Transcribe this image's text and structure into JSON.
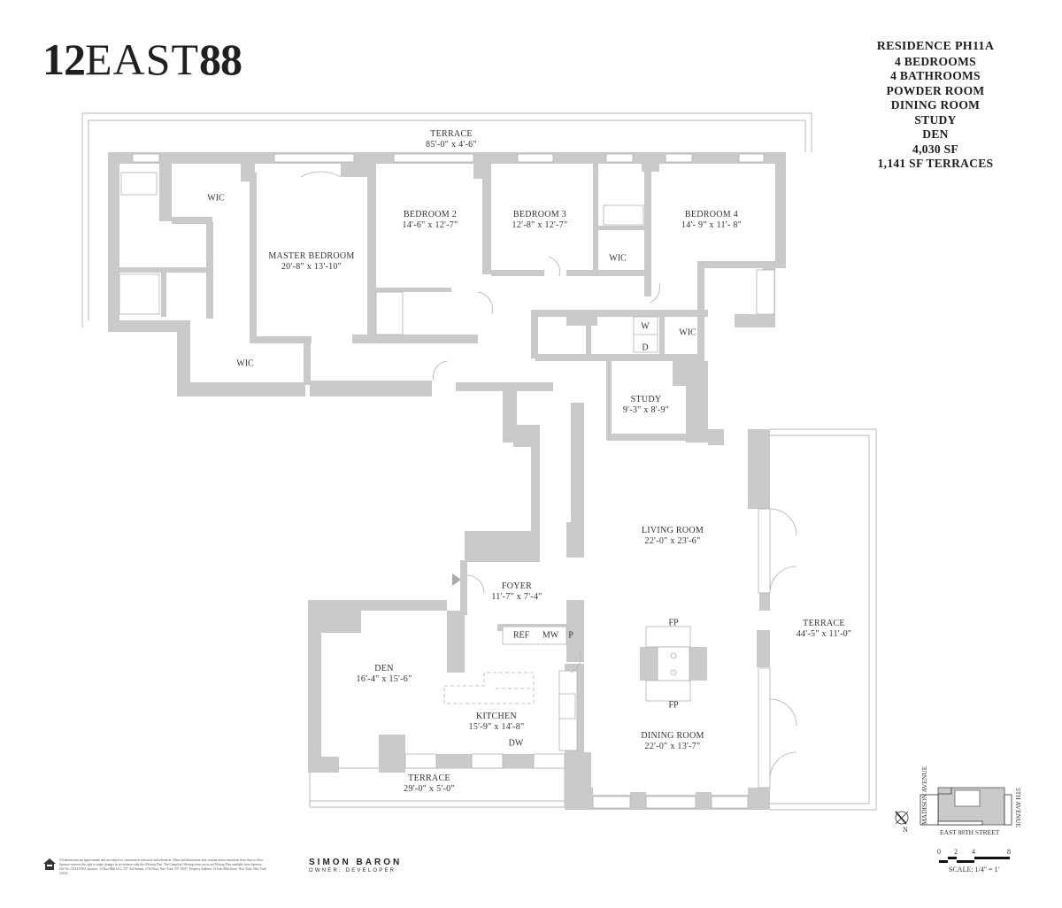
{
  "logo": {
    "part1": "12",
    "part2": "EAST",
    "part3": "88"
  },
  "summary": {
    "title": "RESIDENCE PH11A",
    "lines": [
      "4 BEDROOMS",
      "4 BATHROOMS",
      "POWDER ROOM",
      "DINING ROOM",
      "STUDY",
      "DEN",
      "4,030 SF",
      "1,141 SF TERRACES"
    ]
  },
  "rooms": {
    "terrace_north": {
      "name": "TERRACE",
      "dims": "85'-0\" x 4'-6\""
    },
    "master_bedroom": {
      "name": "MASTER BEDROOM",
      "dims": "20'-8\" x 13'-10\""
    },
    "bedroom2": {
      "name": "BEDROOM 2",
      "dims": "14'-6\"  x 12'-7\""
    },
    "bedroom3": {
      "name": "BEDROOM 3",
      "dims": "12'-8\"  x 12'-7\""
    },
    "bedroom4": {
      "name": "BEDROOM 4",
      "dims": "14'- 9\"  x 11'- 8\""
    },
    "study": {
      "name": "STUDY",
      "dims": "9'-3\"  x 8'-9\""
    },
    "living_room": {
      "name": "LIVING ROOM",
      "dims": "22'-0\"  x 23'-6\""
    },
    "terrace_east": {
      "name": "TERRACE",
      "dims": "44'-5\" x 11'-0\""
    },
    "foyer": {
      "name": "FOYER",
      "dims": "11'-7\"  x 7'-4\""
    },
    "den": {
      "name": "DEN",
      "dims": "16'-4\"  x 15'-6\""
    },
    "kitchen": {
      "name": "KITCHEN",
      "dims": "15'-9\" x 14'-8\""
    },
    "dining_room": {
      "name": "DINING ROOM",
      "dims": "22'-0\"  x 13'-7\""
    },
    "terrace_south": {
      "name": "TERRACE",
      "dims": "29'-0\"  x 5'-0\""
    }
  },
  "fixtures": {
    "wic1": "WIC",
    "wic2": "WIC",
    "wic3": "WIC",
    "wic4": "WIC",
    "washer": "W",
    "dryer": "D",
    "ref": "REF",
    "mw": "MW",
    "pantry": "P",
    "dw": "DW",
    "fp1": "FP",
    "fp2": "FP"
  },
  "keymap": {
    "west": "MADISON AVENUE",
    "east": "5TH AVENUE",
    "south": "EAST 88TH STREET",
    "north_label": "N"
  },
  "scale": {
    "ticks": [
      "0",
      "2",
      "4",
      "8"
    ],
    "label": "SCALE: 1/4\" = 1'"
  },
  "colors": {
    "wall": "#c9cacc",
    "line": "#a8a9ab",
    "text": "#2a2a2a"
  },
  "footer": {
    "disclaimer": "All dimensions are approximate and are subject to construction variances and tolerances. Plans and dimensions may contain minor variations from floor to floor. Sponsor reserves the right to make changes in accordance with the Offering Plan. The Complete Offering terms are in an Offering Plan available from Sponsor. File No. CD14-0304. Sponsor: 12 East 88th LLC, 757 3rd Avenue, 17th Floor, New York, NY 10017. Property Address: 12 East 88th Street, New York, New York 10128.",
    "developer_name": "SIMON BARON",
    "developer_role": "OWNER, DEVELOPER"
  }
}
